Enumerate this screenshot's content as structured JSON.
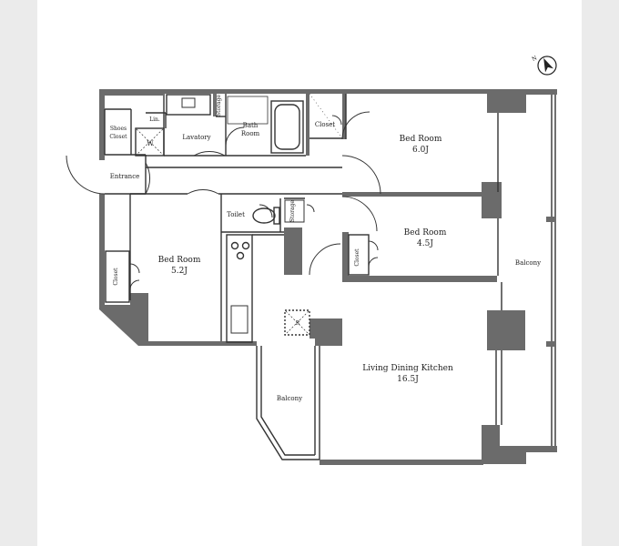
{
  "rooms": {
    "bed1": {
      "name": "Bed Room",
      "size": "6.0J"
    },
    "bed2": {
      "name": "Bed Room",
      "size": "4.5J"
    },
    "bed3": {
      "name": "Bed Room",
      "size": "5.2J"
    },
    "ldk": {
      "name": "Living Dining Kitchen",
      "size": "16.5J"
    },
    "balcony_east": "Balcony",
    "balcony_south": "Balcony",
    "closet_top": "Closet",
    "closet_mid": "Closet",
    "closet_left": "Closet",
    "shoes_closet_1": "Shoes",
    "shoes_closet_2": "Closet",
    "lin": "Lin.",
    "lavatory": "Lavatory",
    "bath_1": "Bath",
    "bath_2": "Room",
    "storage_top": "Storage",
    "storage_toilet": "Storage",
    "toilet": "Toilet",
    "entrance": "Entrance",
    "washer": "W",
    "fridge": "R"
  },
  "compass": {
    "label": "N"
  },
  "colors": {
    "wall": "#6b6b6b",
    "line": "#333333"
  }
}
